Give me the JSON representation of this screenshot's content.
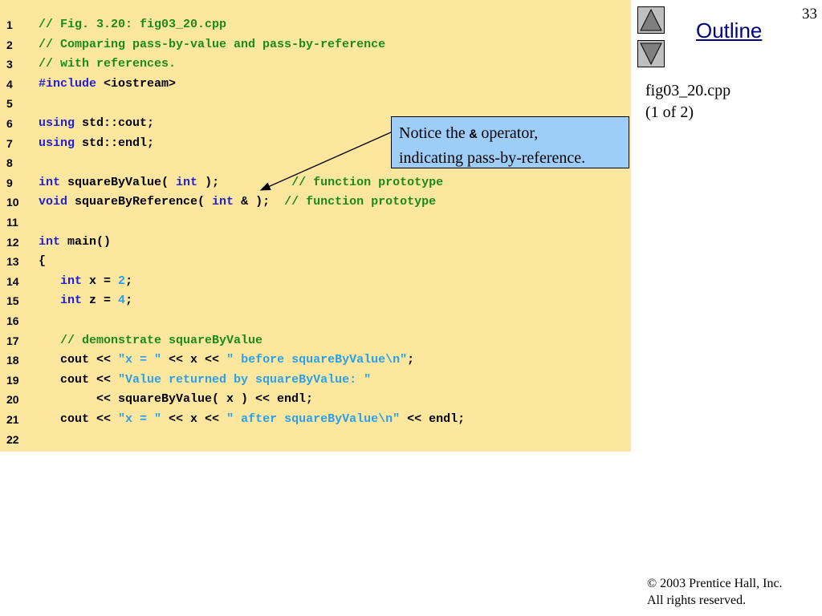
{
  "slide": {
    "page_number": "33",
    "outline_label": "Outline",
    "file_name": "fig03_20.cpp",
    "file_part": "(1 of 2)",
    "copyright_line1": "© 2003 Prentice Hall, Inc.",
    "copyright_line2": "All rights reserved.",
    "nav_up_icon": "triangle-up-icon",
    "nav_down_icon": "triangle-down-icon"
  },
  "callout": {
    "prefix": "Notice the ",
    "symbol": "&",
    "line1_suffix": " operator,",
    "line2": "indicating pass-by-reference."
  },
  "colors": {
    "code_background": "#fde69e",
    "callout_background": "#9ecdf8",
    "comment": "#1a8a1a",
    "keyword": "#1f1fd6",
    "string": "#2aa0ea",
    "plain": "#000000"
  },
  "code_lines": [
    {
      "n": "1",
      "tokens": [
        {
          "t": "// Fig. 3.20: fig03_20.cpp",
          "k": "comment"
        }
      ]
    },
    {
      "n": "2",
      "tokens": [
        {
          "t": "// Comparing pass-by-value and pass-by-reference",
          "k": "comment"
        }
      ]
    },
    {
      "n": "3",
      "tokens": [
        {
          "t": "// with references.",
          "k": "comment"
        }
      ]
    },
    {
      "n": "4",
      "tokens": [
        {
          "t": "#include",
          "k": "keyword"
        },
        {
          "t": " <iostream>",
          "k": "plain"
        }
      ]
    },
    {
      "n": "5",
      "tokens": []
    },
    {
      "n": "6",
      "tokens": [
        {
          "t": "using",
          "k": "keyword"
        },
        {
          "t": " std::cout;",
          "k": "plain"
        }
      ]
    },
    {
      "n": "7",
      "tokens": [
        {
          "t": "using",
          "k": "keyword"
        },
        {
          "t": " std::endl;",
          "k": "plain"
        }
      ]
    },
    {
      "n": "8",
      "tokens": []
    },
    {
      "n": "9",
      "tokens": [
        {
          "t": "int",
          "k": "keyword"
        },
        {
          "t": " squareByValue( ",
          "k": "plain"
        },
        {
          "t": "int",
          "k": "keyword"
        },
        {
          "t": " );          ",
          "k": "plain"
        },
        {
          "t": "// function prototype",
          "k": "comment"
        }
      ]
    },
    {
      "n": "10",
      "tokens": [
        {
          "t": "void",
          "k": "keyword"
        },
        {
          "t": " squareByReference( ",
          "k": "plain"
        },
        {
          "t": "int",
          "k": "keyword"
        },
        {
          "t": " & );  ",
          "k": "plain"
        },
        {
          "t": "// function prototype",
          "k": "comment"
        }
      ]
    },
    {
      "n": "11",
      "tokens": []
    },
    {
      "n": "12",
      "tokens": [
        {
          "t": "int",
          "k": "keyword"
        },
        {
          "t": " main()",
          "k": "plain"
        }
      ]
    },
    {
      "n": "13",
      "tokens": [
        {
          "t": "{",
          "k": "plain"
        }
      ]
    },
    {
      "n": "14",
      "tokens": [
        {
          "t": "   ",
          "k": "plain"
        },
        {
          "t": "int",
          "k": "keyword"
        },
        {
          "t": " x = ",
          "k": "plain"
        },
        {
          "t": "2",
          "k": "number"
        },
        {
          "t": ";",
          "k": "plain"
        }
      ]
    },
    {
      "n": "15",
      "tokens": [
        {
          "t": "   ",
          "k": "plain"
        },
        {
          "t": "int",
          "k": "keyword"
        },
        {
          "t": " z = ",
          "k": "plain"
        },
        {
          "t": "4",
          "k": "number"
        },
        {
          "t": ";",
          "k": "plain"
        }
      ]
    },
    {
      "n": "16",
      "tokens": []
    },
    {
      "n": "17",
      "tokens": [
        {
          "t": "   ",
          "k": "plain"
        },
        {
          "t": "// demonstrate squareByValue",
          "k": "comment"
        }
      ]
    },
    {
      "n": "18",
      "tokens": [
        {
          "t": "   cout << ",
          "k": "plain"
        },
        {
          "t": "\"x = \"",
          "k": "string"
        },
        {
          "t": " << x << ",
          "k": "plain"
        },
        {
          "t": "\" before squareByValue\\n\"",
          "k": "string"
        },
        {
          "t": ";",
          "k": "plain"
        }
      ]
    },
    {
      "n": "19",
      "tokens": [
        {
          "t": "   cout << ",
          "k": "plain"
        },
        {
          "t": "\"Value returned by squareByValue: \"",
          "k": "string"
        }
      ]
    },
    {
      "n": "20",
      "tokens": [
        {
          "t": "        << squareByValue( x ) << endl;",
          "k": "plain"
        }
      ]
    },
    {
      "n": "21",
      "tokens": [
        {
          "t": "   cout << ",
          "k": "plain"
        },
        {
          "t": "\"x = \"",
          "k": "string"
        },
        {
          "t": " << x << ",
          "k": "plain"
        },
        {
          "t": "\" after squareByValue\\n\"",
          "k": "string"
        },
        {
          "t": " << endl;",
          "k": "plain"
        }
      ]
    },
    {
      "n": "22",
      "tokens": []
    }
  ]
}
